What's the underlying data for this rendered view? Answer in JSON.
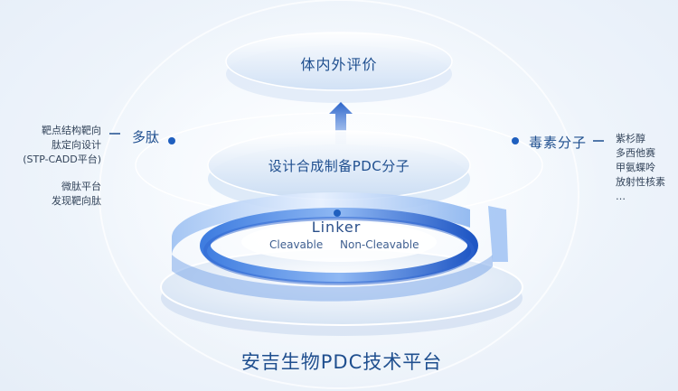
{
  "top_disc": {
    "label": "体内外评价"
  },
  "middle_disc": {
    "label": "设计合成制备PDC分子"
  },
  "linker_ring": {
    "title": "Linker",
    "left": "Cleavable",
    "right": "Non-Cleavable"
  },
  "left_side": {
    "heading": "多肽",
    "items_group1": [
      "靶点结构靶向",
      "肽定向设计",
      "(STP-CADD平台)"
    ],
    "items_group2": [
      "微肽平台",
      "发现靶向肽"
    ]
  },
  "right_side": {
    "heading": "毒素分子",
    "items": [
      "紫杉醇",
      "多西他赛",
      "甲氨蝶呤",
      "放射性核素",
      "…"
    ]
  },
  "platform_title": "安吉生物PDC技术平台",
  "colors": {
    "accent": "#1f5fbf",
    "text_dark": "#1f4f8f",
    "ring_blue": "#4a86e8"
  }
}
